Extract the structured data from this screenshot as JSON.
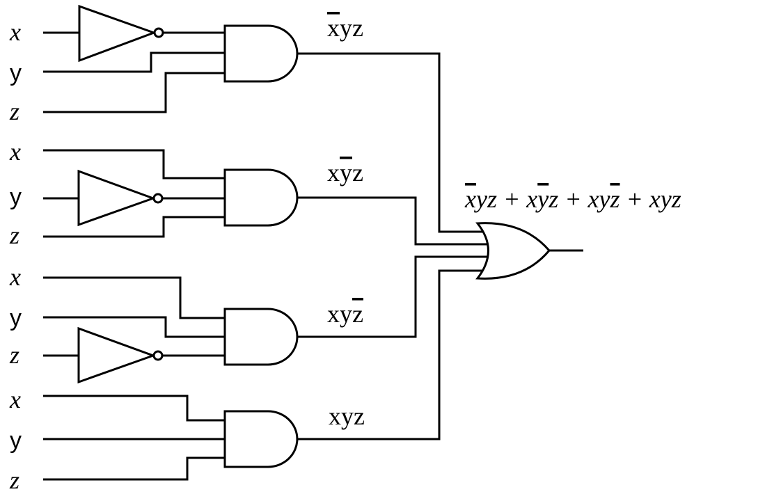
{
  "inputs": [
    {
      "label": "x",
      "italic": true
    },
    {
      "label": "y",
      "italic": false
    },
    {
      "label": "z",
      "italic": true
    },
    {
      "label": "x",
      "italic": true
    },
    {
      "label": "y",
      "italic": false
    },
    {
      "label": "z",
      "italic": true
    },
    {
      "label": "x",
      "italic": true
    },
    {
      "label": "y",
      "italic": false
    },
    {
      "label": "z",
      "italic": true
    },
    {
      "label": "x",
      "italic": true
    },
    {
      "label": "y",
      "italic": false
    },
    {
      "label": "z",
      "italic": true
    }
  ],
  "terms": [
    {
      "name": "term-xbar-y-z",
      "parts": [
        {
          "t": "x",
          "bar": true
        },
        {
          "t": "yz",
          "bar": false
        }
      ]
    },
    {
      "name": "term-x-ybar-z",
      "parts": [
        {
          "t": "x",
          "bar": false
        },
        {
          "t": "y",
          "bar": true
        },
        {
          "t": "z",
          "bar": false
        }
      ]
    },
    {
      "name": "term-x-y-zbar",
      "parts": [
        {
          "t": "xy",
          "bar": false
        },
        {
          "t": "z",
          "bar": true
        }
      ]
    },
    {
      "name": "term-x-y-z",
      "parts": [
        {
          "t": "xyz",
          "bar": false
        }
      ]
    }
  ],
  "output_expression": [
    {
      "t": "x",
      "bar": true
    },
    {
      "t": "yz + x",
      "bar": false
    },
    {
      "t": "y",
      "bar": true
    },
    {
      "t": "z + xy",
      "bar": false
    },
    {
      "t": "z",
      "bar": true
    },
    {
      "t": " + xyz",
      "bar": false
    }
  ]
}
